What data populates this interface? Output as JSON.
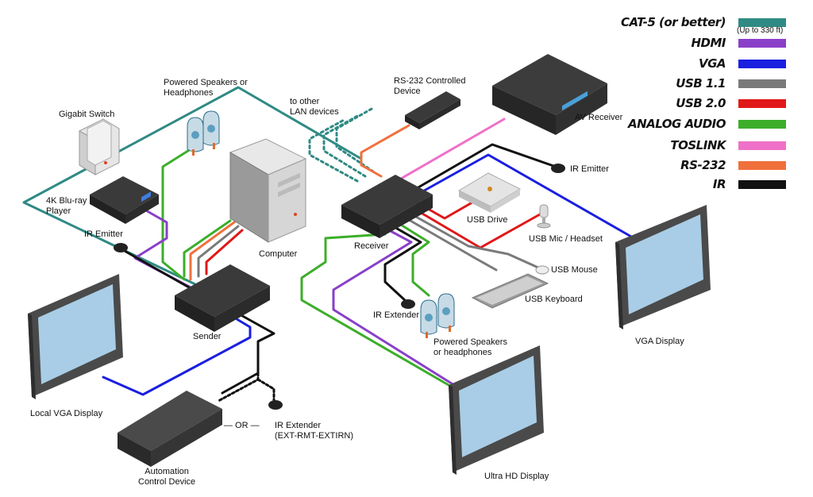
{
  "legend": [
    {
      "label": "CAT-5 (or better)",
      "color": "#2f8a84"
    },
    {
      "label": "HDMI",
      "color": "#8a3fc8"
    },
    {
      "label": "VGA",
      "color": "#1a1fe0"
    },
    {
      "label": "USB 1.1",
      "color": "#7a7a7a"
    },
    {
      "label": "USB 2.0",
      "color": "#e01818"
    },
    {
      "label": "ANALOG AUDIO",
      "color": "#3cae2a"
    },
    {
      "label": "TOSLINK",
      "color": "#ef70c8"
    },
    {
      "label": "RS-232",
      "color": "#f0703c"
    },
    {
      "label": "IR",
      "color": "#111111"
    }
  ],
  "legend_note": "(Up to 330 ft)",
  "labels": {
    "gigabit_switch": "Gigabit Switch",
    "powered_speakers_top": "Powered Speakers or\nHeadphones",
    "to_other_lan": "to other\nLAN devices",
    "rs232_device": "RS-232 Controlled\nDevice",
    "av_receiver": "AV Receiver",
    "ir_emitter_right": "IR Emitter",
    "bluray": "4K Blu-ray\nPlayer",
    "usb_drive": "USB Drive",
    "usb_mic": "USB Mic / Headset",
    "ir_emitter_left": "IR Emitter",
    "computer": "Computer",
    "receiver": "Receiver",
    "usb_mouse": "USB Mouse",
    "usb_keyboard": "USB Keyboard",
    "ir_extender_mid": "IR Extender",
    "powered_speakers_bottom": "Powered Speakers\nor headphones",
    "vga_display": "VGA Display",
    "sender": "Sender",
    "local_vga_display": "Local VGA Display",
    "or": "— OR —",
    "ir_extender_bottom": "IR Extender\n(EXT-RMT-EXTIRN)",
    "automation": "Automation\nControl Device",
    "ultra_hd_display": "Ultra HD Display"
  }
}
